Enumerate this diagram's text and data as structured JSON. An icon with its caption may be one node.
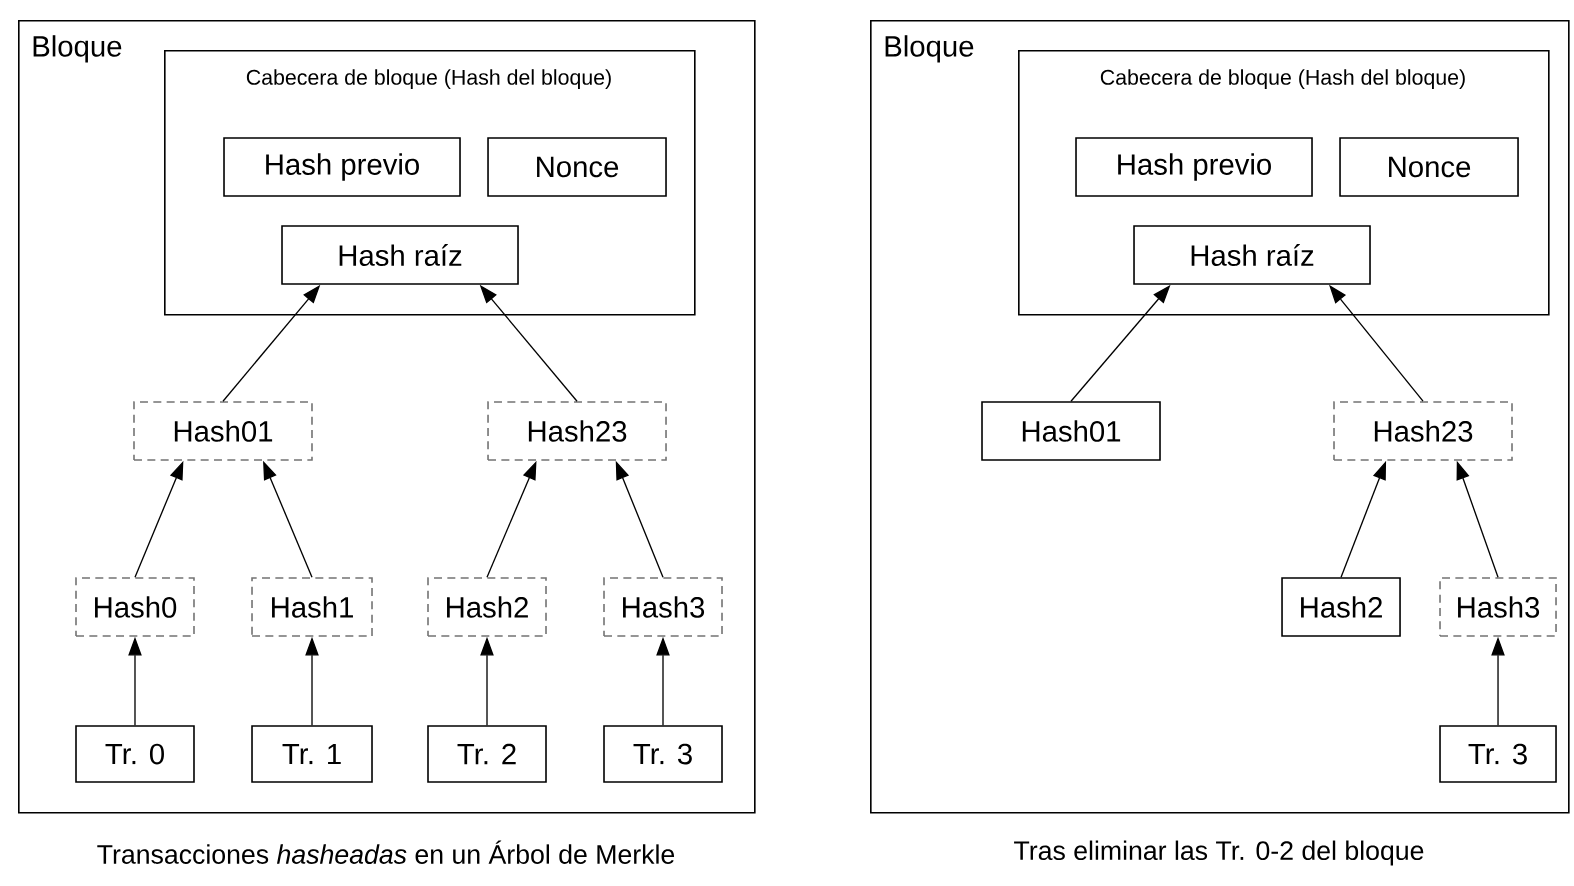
{
  "diagram": {
    "nodes": [
      {
        "text": [
          "Bloque"
        ],
        "beside": [
          "Transacciones *hasheadas* en un Árbol de Merkle"
        ]
      },
      {
        "text": [
          "Cabecera de bloque (Hash del bloque)"
        ],
        "in": 0
      },
      {
        "text": [
          "Hash previo"
        ],
        "in": 1
      },
      {
        "text": [
          "Nonce"
        ],
        "in": 1
      },
      {
        "text": [
          "Hash raíz"
        ],
        "in": 1
      },
      {
        "text": [
          "Hash01"
        ],
        "in": 0
      },
      {
        "text": [
          "Hash23"
        ],
        "in": 0
      },
      {
        "text": [
          "Hash0"
        ],
        "in": 0
      },
      {
        "text": [
          "Hash1"
        ],
        "in": 0
      },
      {
        "text": [
          "Hash2"
        ],
        "in": 0
      },
      {
        "text": [
          "Hash3"
        ],
        "in": 0
      },
      {
        "text": [
          "Tr. 0"
        ],
        "in": 0
      },
      {
        "text": [
          "Tr. 1"
        ],
        "in": 0
      },
      {
        "text": [
          "Tr. 2"
        ],
        "in": 0
      },
      {
        "text": [
          "Tr. 3"
        ],
        "in": 0
      },
      {
        "text": [
          "Bloque"
        ],
        "beside": [
          "Tras eliminar las Tr. 0-2 del bloque"
        ]
      },
      {
        "text": [
          "Cabecera de bloque (Hash del bloque)"
        ],
        "in": 15
      },
      {
        "text": [
          "Hash previo"
        ],
        "in": 16
      },
      {
        "text": [
          "Nonce"
        ],
        "in": 16
      },
      {
        "text": [
          "Hash raíz"
        ],
        "in": 16
      },
      {
        "text": [
          "Hash01"
        ],
        "in": 15
      },
      {
        "text": [
          "Hash23"
        ],
        "in": 15
      },
      {
        "text": [
          "Hash2"
        ],
        "in": 15
      },
      {
        "text": [
          "Hash3"
        ],
        "in": 15
      },
      {
        "text": [
          "Tr. 3"
        ],
        "in": 15
      }
    ],
    "edges": [
      {
        "from": 11,
        "to": 7,
        "arrow": "to"
      },
      {
        "from": 12,
        "to": 8,
        "arrow": "to"
      },
      {
        "from": 13,
        "to": 9,
        "arrow": "to"
      },
      {
        "from": 14,
        "to": 10,
        "arrow": "to"
      },
      {
        "from": 7,
        "to": 5,
        "arrow": "to"
      },
      {
        "from": 8,
        "to": 5,
        "arrow": "to"
      },
      {
        "from": 9,
        "to": 6,
        "arrow": "to"
      },
      {
        "from": 10,
        "to": 6,
        "arrow": "to"
      },
      {
        "from": 5,
        "to": 4,
        "arrow": "to"
      },
      {
        "from": 6,
        "to": 4,
        "arrow": "to"
      },
      {
        "from": 24,
        "to": 23,
        "arrow": "to"
      },
      {
        "from": 22,
        "to": 21,
        "arrow": "to"
      },
      {
        "from": 23,
        "to": 21,
        "arrow": "to"
      },
      {
        "from": 20,
        "to": 19,
        "arrow": "to"
      },
      {
        "from": 21,
        "to": 19,
        "arrow": "to"
      }
    ]
  }
}
